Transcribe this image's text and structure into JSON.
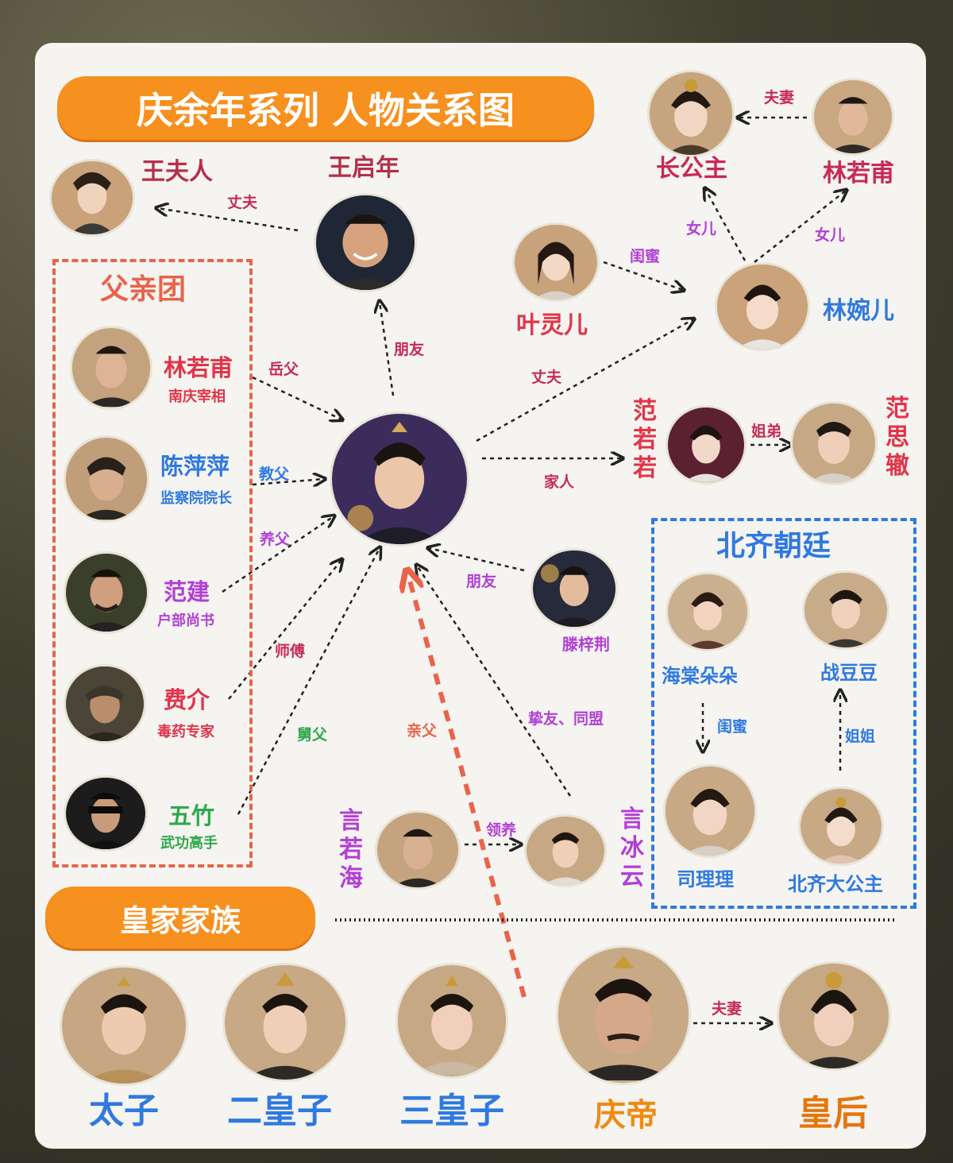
{
  "titles": {
    "main": "庆余年系列  人物关系图",
    "royal": "皇家家族",
    "father_group": "父亲团",
    "north_qi": "北齐朝廷"
  },
  "people": {
    "wang_furen": "王夫人",
    "wang_qinian": "王启年",
    "zhang_gongzhu": "长公主",
    "lin_ruofu_top": "林若甫",
    "ye_linger": "叶灵儿",
    "lin_waner": "林婉儿",
    "lin_ruofu": "林若甫",
    "lin_ruofu_title": "南庆宰相",
    "chen_pingping": "陈萍萍",
    "chen_pingping_title": "监察院院长",
    "fan_jian": "范建",
    "fan_jian_title": "户部尚书",
    "fei_jie": "费介",
    "fei_jie_title": "毒药专家",
    "wu_zhu": "五竹",
    "wu_zhu_title": "武功高手",
    "fan_ruoruo": "范若若",
    "fan_sizhe": "范思辙",
    "teng_zijing": "滕梓荆",
    "haitang": "海棠朵朵",
    "zhan_doudou": "战豆豆",
    "si_lili": "司理理",
    "beiqi_gongzhu": "北齐大公主",
    "yan_ruohai": "言若海",
    "yan_bingyun": "言冰云",
    "taizi": "太子",
    "er_huangzi": "二皇子",
    "san_huangzi": "三皇子",
    "qing_di": "庆帝",
    "huang_hou": "皇后"
  },
  "relations": {
    "husband_wang": "丈夫",
    "spouse_top": "夫妻",
    "daughter_left": "女儿",
    "daughter_right": "女儿",
    "bestie_ye": "闺蜜",
    "friend_wang": "朋友",
    "father_in_law": "岳父",
    "husband_waner": "丈夫",
    "godfather": "教父",
    "foster_father": "养父",
    "family": "家人",
    "siblings": "姐弟",
    "mentor": "师傅",
    "friend_teng": "朋友",
    "uncle": "舅父",
    "birth_father": "亲父",
    "ally": "挚友、同盟",
    "adopt": "领养",
    "bestie_qi": "闺蜜",
    "sister": "姐姐",
    "spouse_royal": "夫妻"
  },
  "colors": {
    "orange": "#f6901e",
    "red_dash": "#e8644a",
    "blue_dash": "#2f79e0"
  }
}
